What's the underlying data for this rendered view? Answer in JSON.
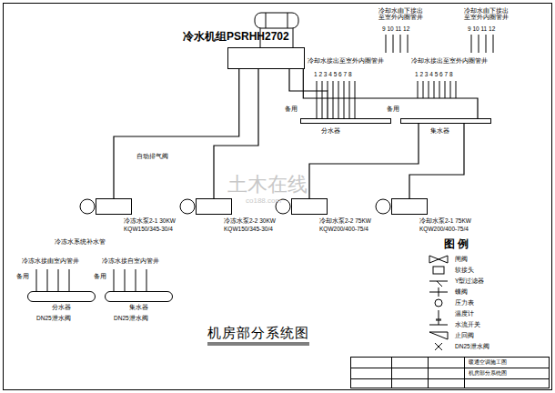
{
  "diagram": {
    "title": "机房部分系统图",
    "nodes": [
      {
        "text": [
          "冷水机组PSRHH2702"
        ]
      },
      {
        "text": [
          "分水器"
        ]
      },
      {
        "text": [
          "集水器"
        ]
      },
      {
        "text": [
          "冷冻水泵2-1 30KW",
          "KQW150/345-30/4"
        ]
      },
      {
        "text": [
          "冷冻水泵2-2 30KW",
          "KQW150/345-30/4"
        ]
      },
      {
        "text": [
          "冷却水泵2-2 75KW",
          "KQW200/400-75/4"
        ]
      },
      {
        "text": [
          "冷却水泵2-1 75KW",
          "KQW200/400-75/4"
        ]
      },
      {
        "text": [
          "分水器"
        ]
      },
      {
        "text": [
          "集水器"
        ]
      }
    ],
    "edges": [
      {
        "from": 0,
        "to": 1,
        "arrow": "none"
      },
      {
        "from": 3,
        "to": 0,
        "arrow": "none"
      },
      {
        "from": 4,
        "to": 0,
        "arrow": "none"
      },
      {
        "from": 5,
        "to": 2,
        "arrow": "none"
      },
      {
        "from": 6,
        "to": 2,
        "arrow": "none"
      },
      {
        "from": 0,
        "to": 2,
        "arrow": "none"
      }
    ],
    "labels": [
      "自动排气阀",
      "冷冻水系统补水管",
      "冷却水接出至室外内圈管井",
      "冷却水接出至室外内圈管井",
      "冷却水由下接出至室外内圈管井",
      "冷却水由下接出至室外内圈管井",
      "9 10 11 12",
      "9 10 11 12",
      "1 2 3 4 5 6 7 8",
      "1 2 3 4 5 6 7 8",
      "备用",
      "备用",
      "冷冻水接由室内管井",
      "冷冻水接自室内管井",
      "备用",
      "备用",
      "DN25泄水阀",
      "DN25泄水阀",
      "图 例",
      "暖通空调施工图",
      "机房部分系统图",
      "土木在线",
      "co188.com"
    ],
    "legend": [
      {
        "text": "闸阀"
      },
      {
        "text": "软接头"
      },
      {
        "text": "Y型过滤器"
      },
      {
        "text": "蝶阀"
      },
      {
        "text": "压力表"
      },
      {
        "text": "温度计"
      },
      {
        "text": "水流开关"
      },
      {
        "text": "止回阀"
      },
      {
        "text": "DN25泄水阀"
      }
    ]
  }
}
